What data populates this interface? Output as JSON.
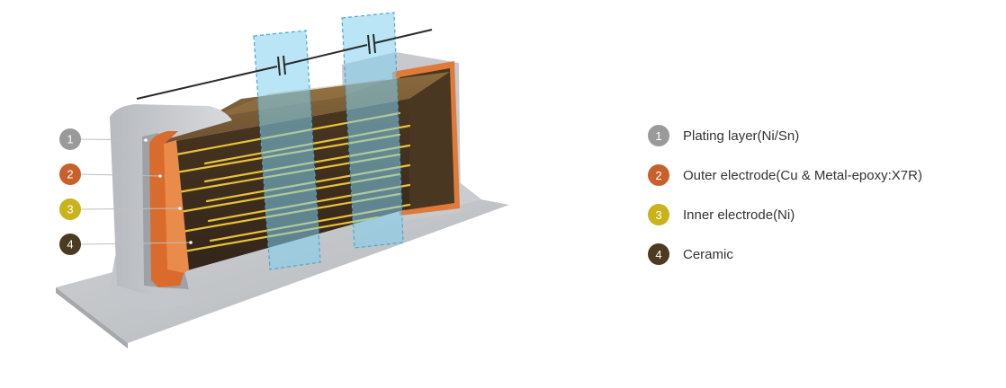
{
  "legend": {
    "items": [
      {
        "number": "1",
        "label": "Plating layer(Ni/Sn)",
        "color": "#9a9a9a"
      },
      {
        "number": "2",
        "label": "Outer electrode(Cu & Metal-epoxy:X7R)",
        "color": "#c7602a"
      },
      {
        "number": "3",
        "label": "Inner electrode(Ni)",
        "color": "#c9b21a"
      },
      {
        "number": "4",
        "label": "Ceramic",
        "color": "#4d3a22"
      }
    ]
  },
  "colors": {
    "plating": "#b9bcc0",
    "outer_electrode": "#d96b2c",
    "inner_electrode": "#e8c23a",
    "ceramic": "#4a3620",
    "capacitor_overlay": "#7fd0ee"
  },
  "icons": [
    "capacitor-symbol-icon",
    "capacitor-symbol-icon"
  ]
}
